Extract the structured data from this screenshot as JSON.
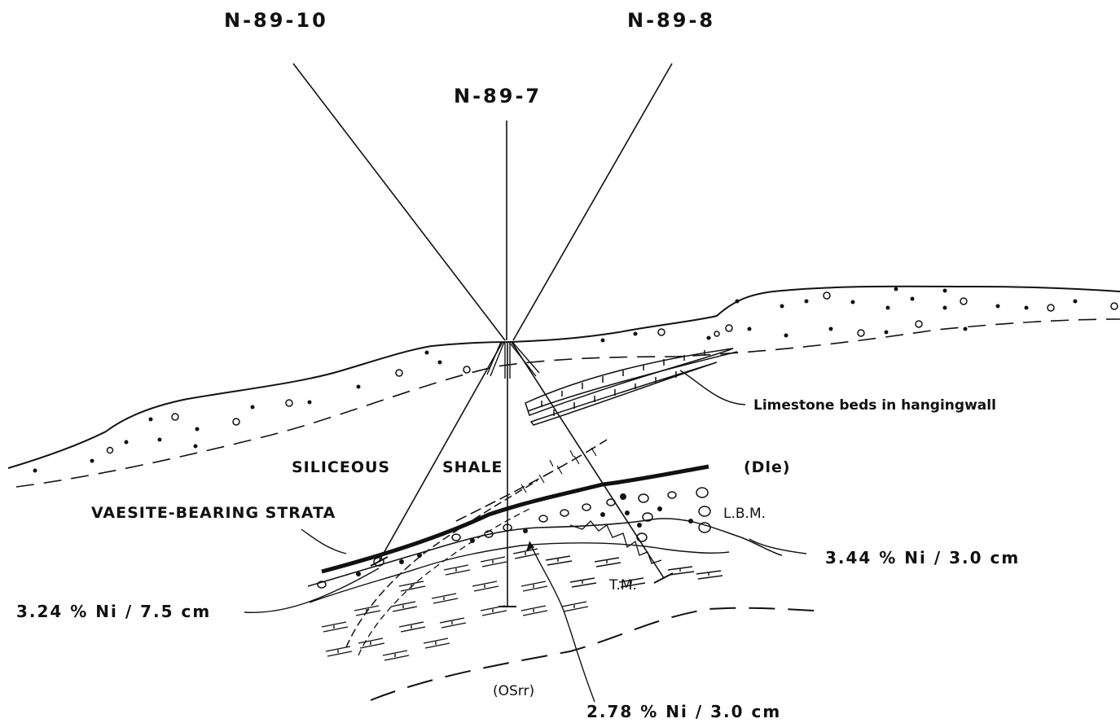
{
  "drill_holes": {
    "left": "N-89-10",
    "middle": "N-89-7",
    "right": "N-89-8"
  },
  "units": {
    "siliceous": "SILICEOUS",
    "shale": "SHALE",
    "dle": "(Dle)",
    "vaesite": "VAESITE-BEARING STRATA",
    "lbm": "L.B.M.",
    "tm": "T.M.",
    "osrr": "(OSrr)"
  },
  "notes": {
    "limestone": "Limestone beds in hangingwall"
  },
  "assays": {
    "right": "3.44 % Ni / 3.0 cm",
    "left": "3.24 % Ni / 7.5 cm",
    "bottom": "2.78 % Ni / 3.0 cm"
  }
}
